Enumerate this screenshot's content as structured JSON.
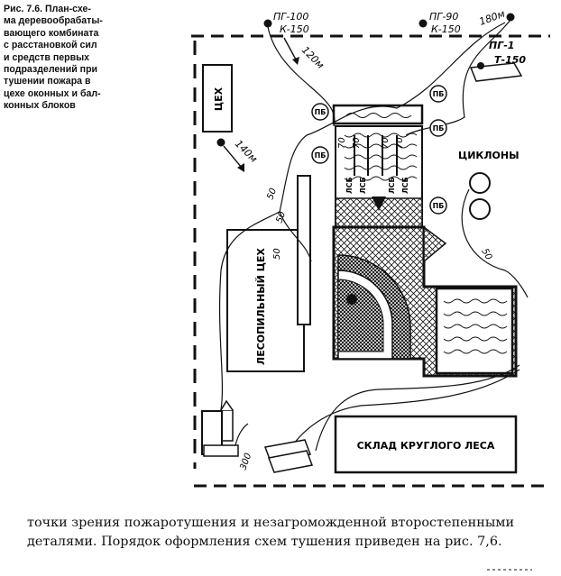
{
  "caption": {
    "lines": [
      "Рис.  7.6.    План-схе-",
      "ма  деревообрабаты-",
      "вающего  комбината",
      "с  расстановкой  сил",
      "и    средств    первых",
      "подразделений    при",
      "тушении  пожара  в",
      "цехе оконных и бал-",
      "конных блоков"
    ]
  },
  "hydrants": [
    {
      "top": "ПГ-100",
      "bottom": "К-150"
    },
    {
      "top": "ПГ-90",
      "bottom": "К-150"
    },
    {
      "top": "ПГ-1",
      "bottom": "Т-150"
    }
  ],
  "distances": [
    "180м",
    "120м",
    "140м",
    "50",
    "50",
    "50",
    "50",
    "70",
    "70",
    "70",
    "70",
    "300"
  ],
  "buildings": {
    "tsekh": "ЦЕХ",
    "cyclones": "ЦИКЛОНЫ",
    "sawmill": "ЛЕСОПИЛЬНЫЙ ЦЕХ",
    "log_yard": "СКЛАД КРУГЛОГО ЛЕСА"
  },
  "markers": [
    "ПБ",
    "ПБ",
    "ПБ",
    "ПБ",
    "ПБ"
  ],
  "nozzles": [
    "ЛСБ",
    "ЛСБ",
    "ЛСБ",
    "ЛСБ"
  ],
  "body_text": [
    "точки зрения пожаротушения и незагроможденной второстепенными",
    "деталями. Порядок оформления схем тушения приведен на рис. 7,6."
  ],
  "colors": {
    "ink": "#111111",
    "paper": "#ffffff"
  }
}
